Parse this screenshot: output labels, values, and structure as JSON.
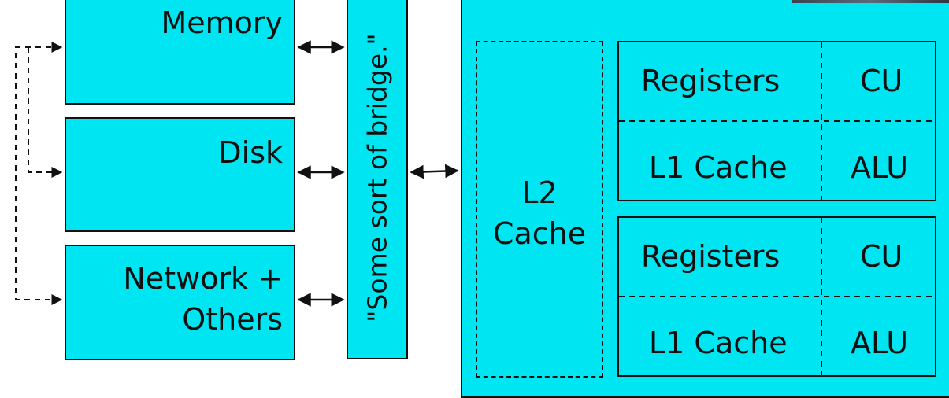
{
  "diagram": {
    "memory_label": "Memory",
    "disk_label": "Disk",
    "network_label_line1": "Network +",
    "network_label_line2": "Others",
    "bridge_label": "\"Some sort of bridge.\"",
    "l2_label_line1": "L2",
    "l2_label_line2": "Cache",
    "core1": {
      "registers": "Registers",
      "cu": "CU",
      "l1": "L1 Cache",
      "alu": "ALU"
    },
    "core2": {
      "registers": "Registers",
      "cu": "CU",
      "l1": "L1 Cache",
      "alu": "ALU"
    }
  },
  "colors": {
    "box_fill": "#00e5f2",
    "stroke": "#111111"
  }
}
